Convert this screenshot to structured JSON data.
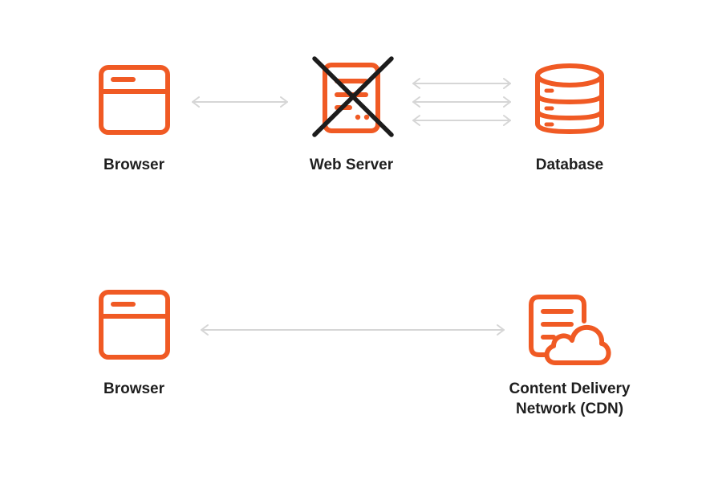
{
  "colors": {
    "accent": "#F05A24",
    "arrow": "#D6D6D6",
    "cross": "#1C1C1C",
    "text": "#1F1F1F",
    "background": "#FFFFFF"
  },
  "top_row": {
    "browser": {
      "label": "Browser",
      "icon": "browser-window-icon"
    },
    "web_server": {
      "label": "Web Server",
      "icon": "server-icon",
      "crossed_out": true
    },
    "database": {
      "label": "Database",
      "icon": "database-icon"
    },
    "browser_to_server_arrows": 1,
    "server_to_database_arrows": 3
  },
  "bottom_row": {
    "browser": {
      "label": "Browser",
      "icon": "browser-window-icon"
    },
    "cdn": {
      "label_line1": "Content Delivery",
      "label_line2": "Network (CDN)",
      "icon": "cdn-document-cloud-icon"
    },
    "browser_to_cdn_arrows": 1
  }
}
